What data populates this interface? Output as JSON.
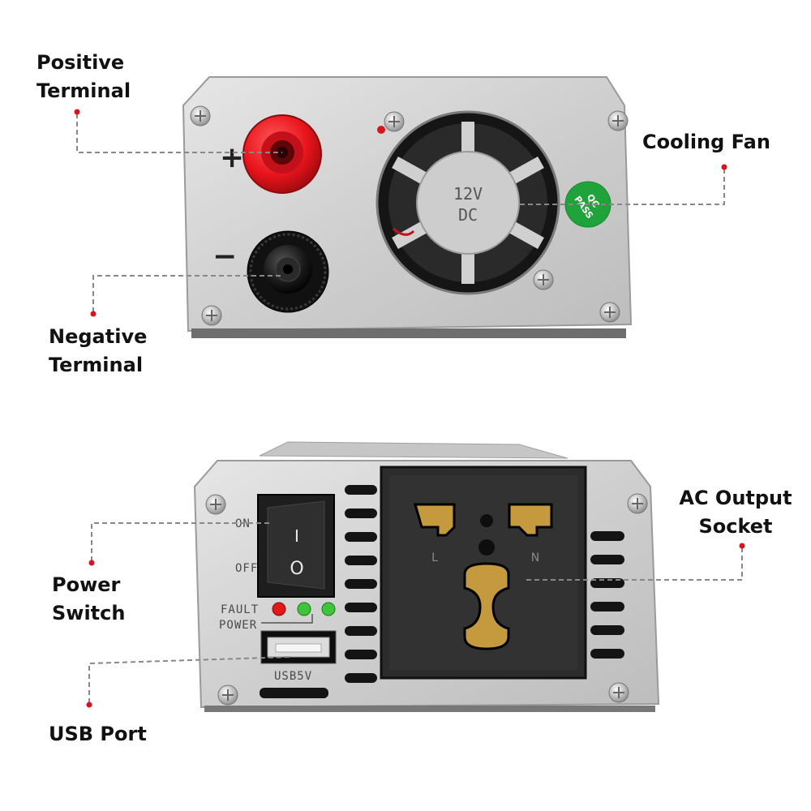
{
  "callouts": {
    "positive": [
      "Positive",
      "Terminal"
    ],
    "negative": [
      "Negative",
      "Terminal"
    ],
    "fan": [
      "Cooling Fan"
    ],
    "ac": [
      "AC Output",
      "Socket"
    ],
    "switch": [
      "Power",
      "Switch"
    ],
    "usb": [
      "USB Port"
    ]
  },
  "panel_marks": {
    "plus": "+",
    "minus": "−",
    "fan_voltage": "12V",
    "fan_type": "DC",
    "qc_line1": "QC",
    "qc_line2": "PASS",
    "on": "ON",
    "off": "OFF",
    "rocker_on": "I",
    "rocker_off": "O",
    "fault": "FAULT",
    "power": "POWER",
    "usb": "USB5V",
    "live": "L",
    "neutral": "N"
  },
  "colors": {
    "housing": "#d3d3d3",
    "terminal_positive": "#e8141c",
    "terminal_negative": "#1a1a1a",
    "qc_sticker": "#1fa33a",
    "socket": "#2c2c2c",
    "socket_contacts": "#c59a3e",
    "led_red": "#e01818",
    "led_green": "#3fc43a",
    "leader_line": "#888888",
    "leader_dot": "#d8141c"
  }
}
